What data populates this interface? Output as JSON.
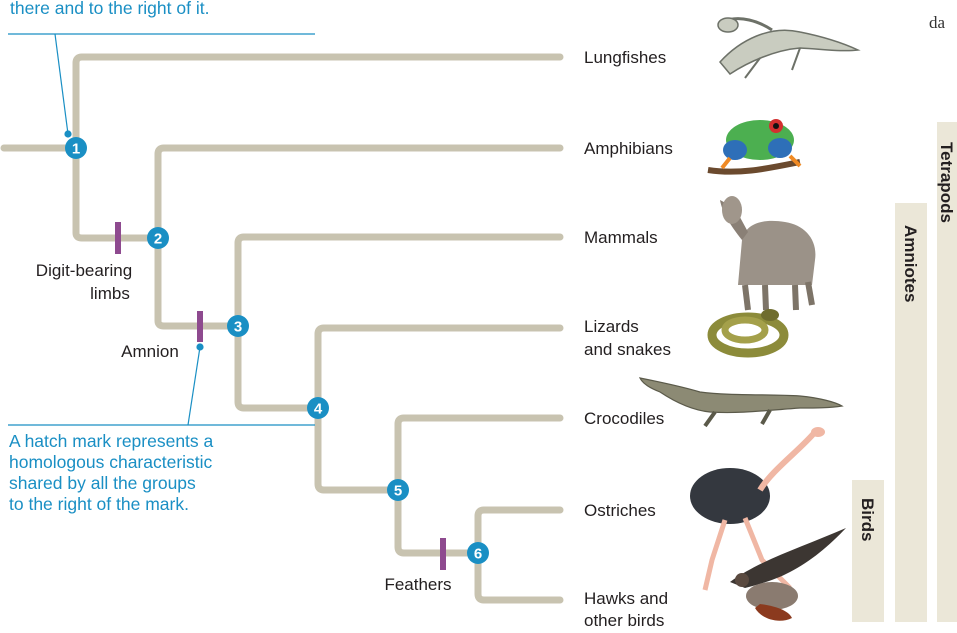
{
  "callouts": {
    "top": "there and to the right of it.",
    "hatch": [
      "A hatch mark represents a",
      "homologous characteristic",
      "shared by all the groups",
      "to the right of the mark."
    ]
  },
  "taxa": [
    "Lungfishes",
    "Amphibians",
    "Mammals",
    "Lizards",
    "and snakes",
    "Crocodiles",
    "Ostriches",
    "Hawks and",
    "other birds"
  ],
  "traits": [
    "Digit-bearing",
    "limbs",
    "Amnion",
    "Feathers"
  ],
  "nodes": [
    "1",
    "2",
    "3",
    "4",
    "5",
    "6"
  ],
  "clades": [
    "Tetrapods",
    "Amniotes",
    "Birds"
  ],
  "corner_text": "da",
  "animals": [
    "lungfish",
    "frog",
    "wolf",
    "snake",
    "crocodile",
    "ostrich",
    "hawk"
  ],
  "colors": {
    "branch": "#c8c3b0",
    "node": "#1a8fc4",
    "hatch": "#8e4a8f",
    "callout": "#1a8fc4",
    "clade_bar": "#ebe7d8"
  }
}
